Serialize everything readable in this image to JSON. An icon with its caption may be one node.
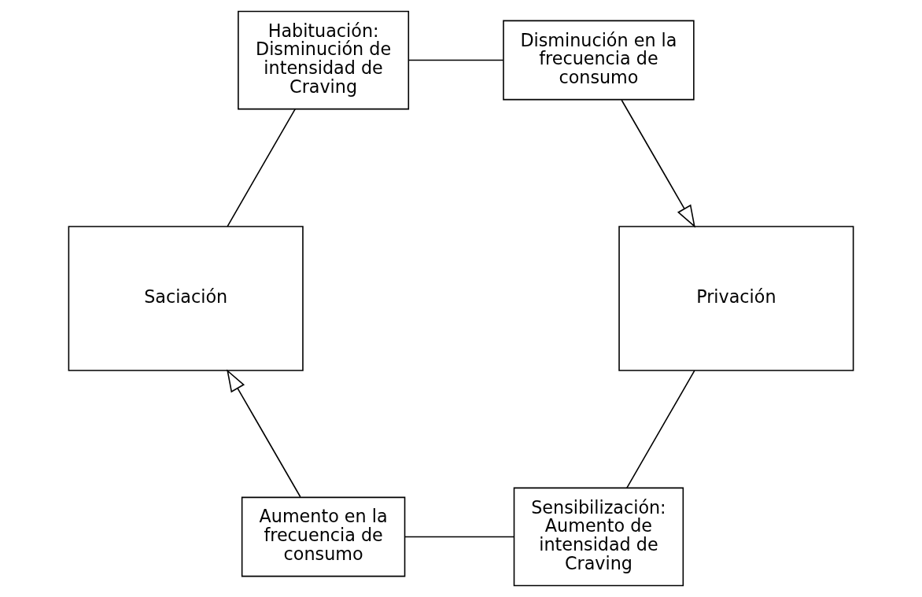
{
  "diagram": {
    "nodes": [
      {
        "text": [
          "Sensibilización:",
          "Aumento de intensidad de Craving"
        ]
      },
      {
        "text": [
          "Aumento en la frecuencia de consumo"
        ]
      },
      {
        "text": [
          "Saciación"
        ]
      },
      {
        "text": [
          "Habituación:",
          "Disminución de intensidad de Craving"
        ]
      },
      {
        "text": [
          "Disminución en la frecuencia de consumo"
        ]
      },
      {
        "text": [
          "Privación"
        ]
      }
    ],
    "edges": [
      {
        "from": 5,
        "to": 0,
        "arrow": "none"
      },
      {
        "from": 0,
        "to": 1,
        "arrow": "none"
      },
      {
        "from": 1,
        "to": 2,
        "arrow": "to"
      },
      {
        "from": 2,
        "to": 3,
        "arrow": "none"
      },
      {
        "from": 3,
        "to": 4,
        "arrow": "none"
      },
      {
        "from": 4,
        "to": 5,
        "arrow": "to"
      }
    ]
  }
}
